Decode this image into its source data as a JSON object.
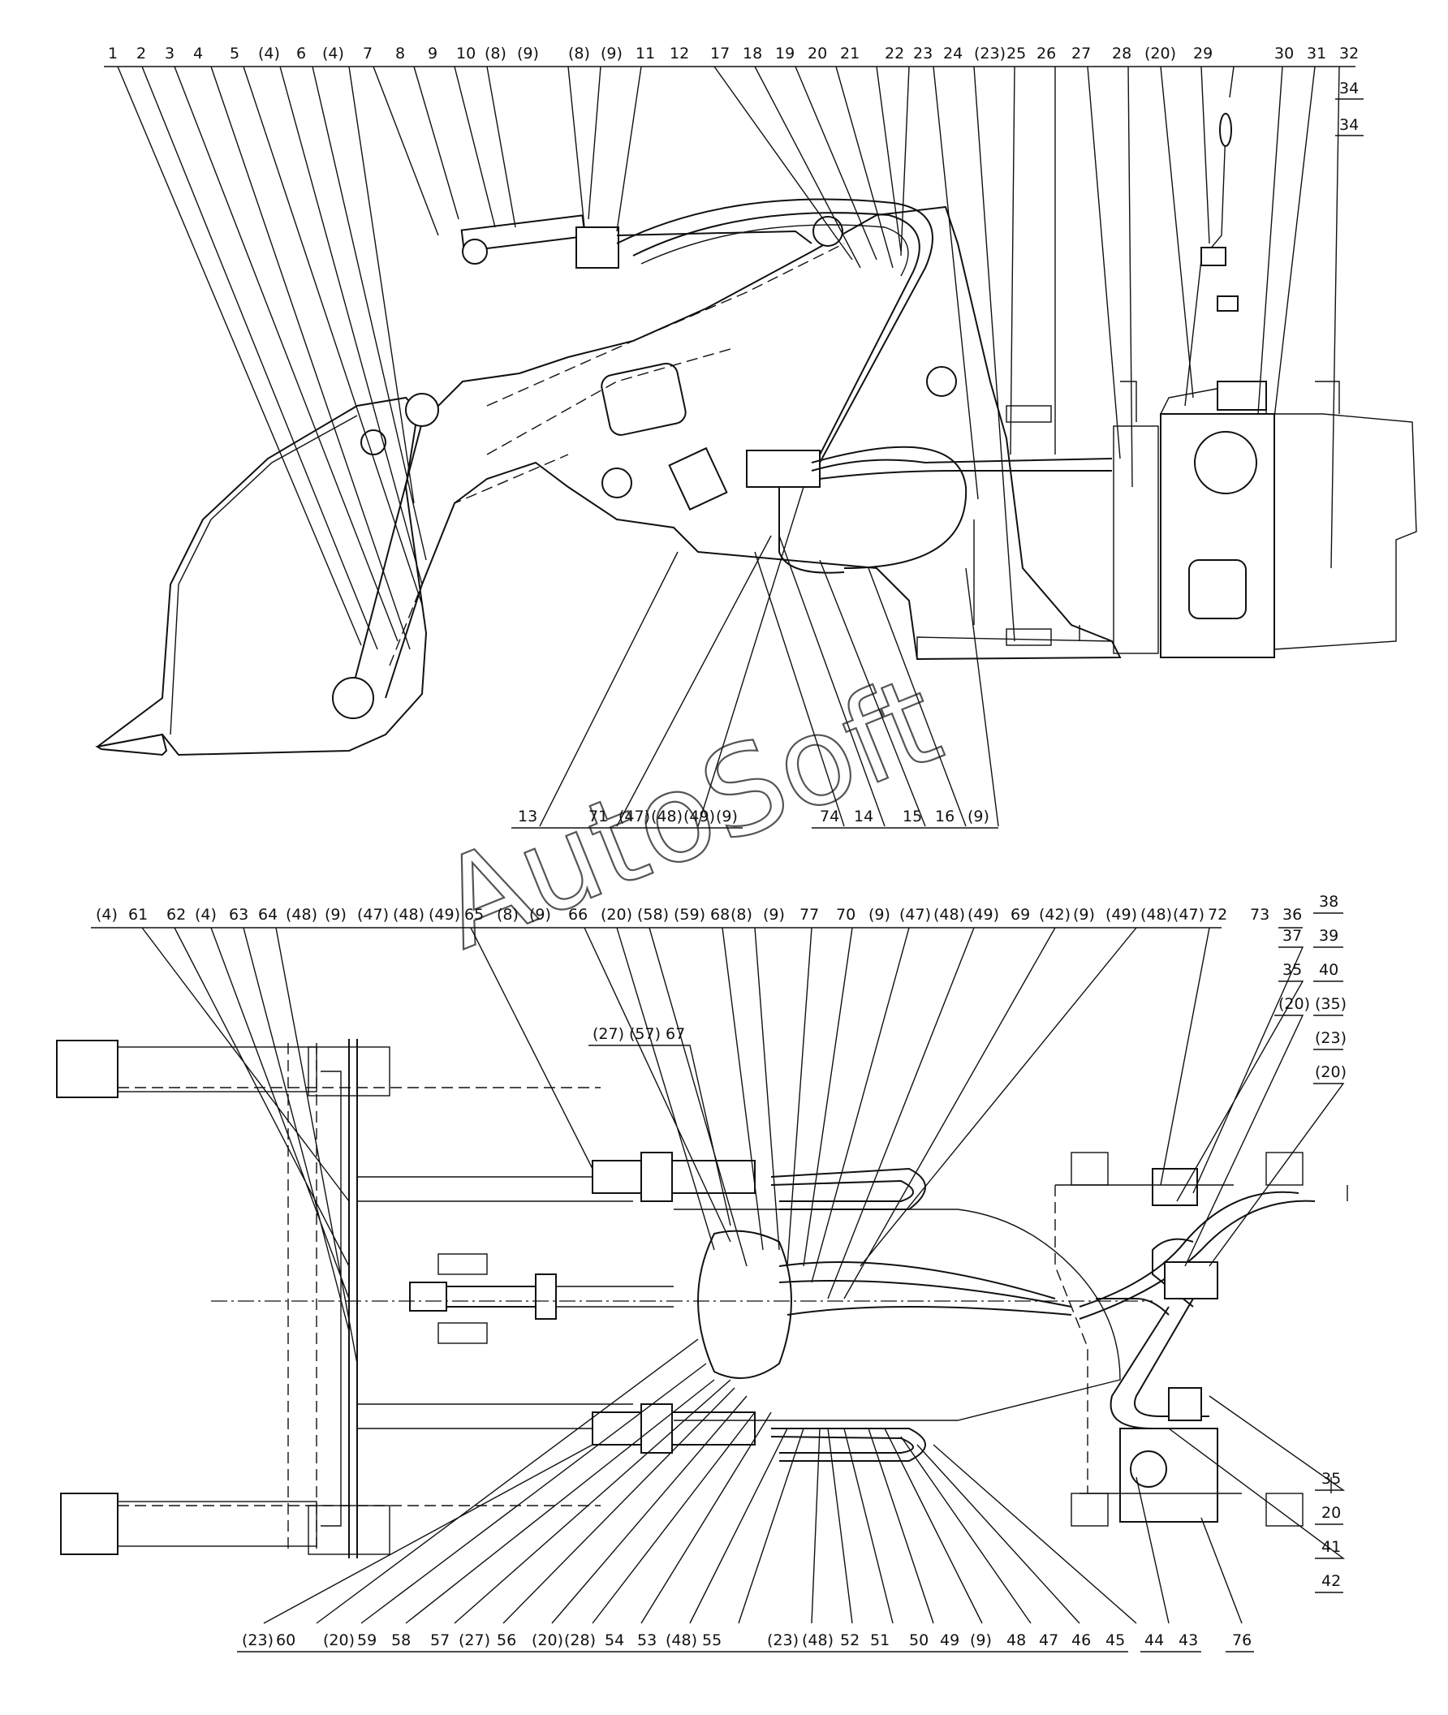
{
  "watermark": "AutoSoft",
  "top_view": {
    "callouts_top": [
      "1",
      "2",
      "3",
      "4",
      "5",
      "(4)",
      "6",
      "(4)",
      "7",
      "8",
      "9",
      "10",
      "(8)",
      "(9)",
      "(8)",
      "(9)",
      "11",
      "12",
      "17",
      "18",
      "19",
      "20",
      "21",
      "22",
      "23",
      "24",
      "(23)",
      "25",
      "26",
      "27",
      "28",
      "(20)",
      "29",
      "30",
      "31",
      "32"
    ],
    "callouts_right": [
      "34",
      "34"
    ],
    "callouts_bottom": [
      "13",
      "71",
      "(47)",
      "(48)",
      "(49)",
      "(9)",
      "74",
      "14",
      "15",
      "16",
      "(9)"
    ]
  },
  "bottom_view": {
    "callouts_top": [
      "(4)",
      "61",
      "62",
      "(4)",
      "63",
      "64",
      "(48)",
      "(9)",
      "(47)",
      "(48)",
      "(49)",
      "65",
      "(8)",
      "(9)",
      "66",
      "(20)",
      "(58)",
      "(59)",
      "68",
      "(8)",
      "(9)",
      "77",
      "70",
      "(9)",
      "(47)",
      "(48)",
      "(49)",
      "69",
      "(42)",
      "(9)",
      "(49)",
      "(48)",
      "(47)",
      "72",
      "73",
      "36"
    ],
    "callouts_mid": [
      "(27)",
      "(57)",
      "67"
    ],
    "callouts_right_upper": [
      "38",
      "39",
      "40",
      "(35)",
      "(23)",
      "(20)"
    ],
    "callouts_right_inner": [
      "37",
      "35",
      "(20)"
    ],
    "callouts_right_lower": [
      "35",
      "20",
      "41",
      "42"
    ],
    "callouts_bottom": [
      "(23)",
      "60",
      "(20)",
      "59",
      "58",
      "57",
      "(27)",
      "56",
      "(20)",
      "(28)",
      "54",
      "53",
      "(48)",
      "55",
      "(23)",
      "(48)",
      "52",
      "51",
      "50",
      "49",
      "(9)",
      "48",
      "47",
      "46",
      "45",
      "44",
      "43",
      "76"
    ]
  }
}
